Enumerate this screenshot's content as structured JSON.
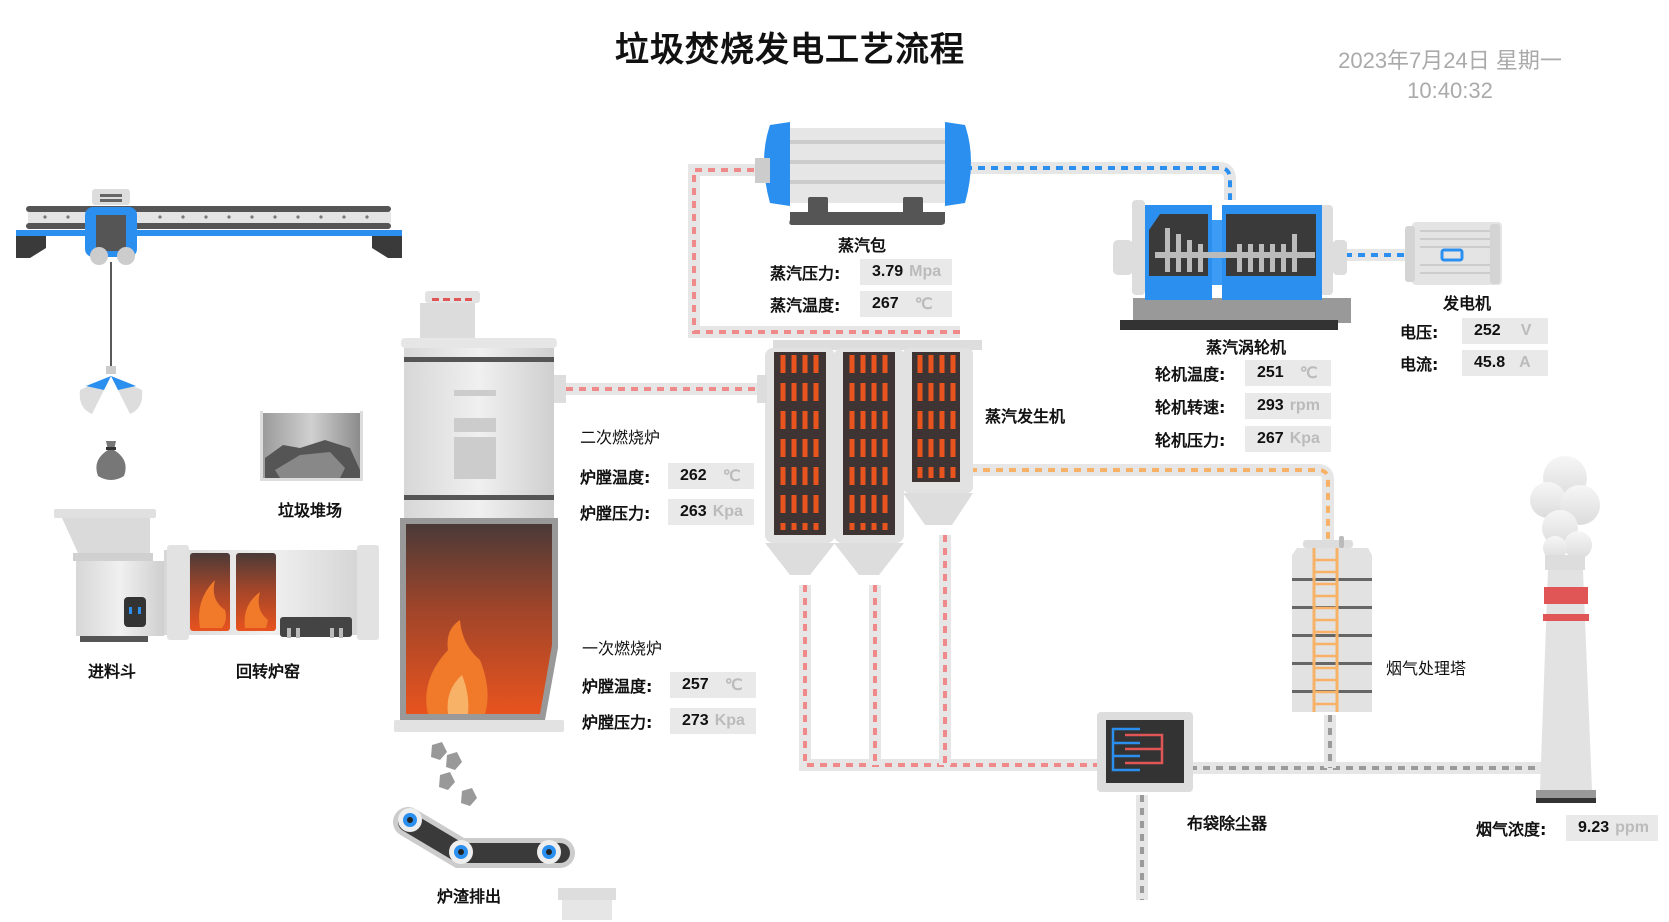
{
  "header": {
    "title": "垃圾焚烧发电工艺流程",
    "date": "2023年7月24日 星期一",
    "time": "10:40:32"
  },
  "equipment": {
    "feeder": "进料斗",
    "rotary_kiln": "回转炉窑",
    "waste_yard": "垃圾堆场",
    "secondary_furnace": "二次燃烧炉",
    "primary_furnace": "一次燃烧炉",
    "slag_discharge": "炉渣排出",
    "steam_drum": "蒸汽包",
    "steam_generator": "蒸汽发生机",
    "steam_turbine": "蒸汽涡轮机",
    "generator": "发电机",
    "bag_filter": "布袋除尘器",
    "flue_gas_tower": "烟气处理塔"
  },
  "readings": {
    "steam_drum": [
      {
        "label": "蒸汽压力:",
        "value": "3.79",
        "unit": "Mpa"
      },
      {
        "label": "蒸汽温度:",
        "value": "267",
        "unit": "℃"
      }
    ],
    "secondary_furnace": [
      {
        "label": "炉膛温度:",
        "value": "262",
        "unit": "℃"
      },
      {
        "label": "炉膛压力:",
        "value": "263",
        "unit": "Kpa"
      }
    ],
    "primary_furnace": [
      {
        "label": "炉膛温度:",
        "value": "257",
        "unit": "℃"
      },
      {
        "label": "炉膛压力:",
        "value": "273",
        "unit": "Kpa"
      }
    ],
    "turbine": [
      {
        "label": "轮机温度:",
        "value": "251",
        "unit": "℃"
      },
      {
        "label": "轮机转速:",
        "value": "293",
        "unit": "rpm"
      },
      {
        "label": "轮机压力:",
        "value": "267",
        "unit": "Kpa"
      }
    ],
    "generator": [
      {
        "label": "电压:",
        "value": "252",
        "unit": "V"
      },
      {
        "label": "电流:",
        "value": "45.8",
        "unit": "A"
      }
    ],
    "chimney": [
      {
        "label": "烟气浓度:",
        "value": "9.23",
        "unit": "ppm"
      }
    ]
  },
  "colors": {
    "accent_blue": "#2b8ff0",
    "hot_pipe": "#f08a8a",
    "warm_pipe": "#f7b267",
    "cool_pipe": "#9a9a9a",
    "fire": "#e8531e",
    "chimney_stripe": "#e05555"
  }
}
